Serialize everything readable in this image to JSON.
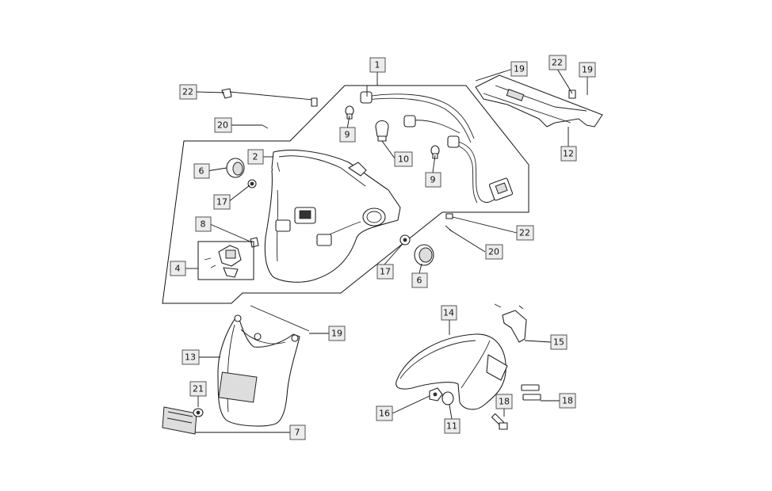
{
  "callouts": [
    {
      "id": "c1",
      "label": "1"
    },
    {
      "id": "c2",
      "label": "2"
    },
    {
      "id": "c4",
      "label": "4"
    },
    {
      "id": "c6a",
      "label": "6"
    },
    {
      "id": "c6b",
      "label": "6"
    },
    {
      "id": "c7",
      "label": "7"
    },
    {
      "id": "c8",
      "label": "8"
    },
    {
      "id": "c9a",
      "label": "9"
    },
    {
      "id": "c9b",
      "label": "9"
    },
    {
      "id": "c10",
      "label": "10"
    },
    {
      "id": "c11",
      "label": "11"
    },
    {
      "id": "c12",
      "label": "12"
    },
    {
      "id": "c13",
      "label": "13"
    },
    {
      "id": "c14",
      "label": "14"
    },
    {
      "id": "c15",
      "label": "15"
    },
    {
      "id": "c16",
      "label": "16"
    },
    {
      "id": "c17a",
      "label": "17"
    },
    {
      "id": "c17b",
      "label": "17"
    },
    {
      "id": "c18a",
      "label": "18"
    },
    {
      "id": "c18b",
      "label": "18"
    },
    {
      "id": "c19a",
      "label": "19"
    },
    {
      "id": "c19b",
      "label": "19"
    },
    {
      "id": "c19c",
      "label": "19"
    },
    {
      "id": "c20a",
      "label": "20"
    },
    {
      "id": "c20b",
      "label": "20"
    },
    {
      "id": "c21",
      "label": "21"
    },
    {
      "id": "c22a",
      "label": "22"
    },
    {
      "id": "c22b",
      "label": "22"
    },
    {
      "id": "c22c",
      "label": "22"
    }
  ]
}
